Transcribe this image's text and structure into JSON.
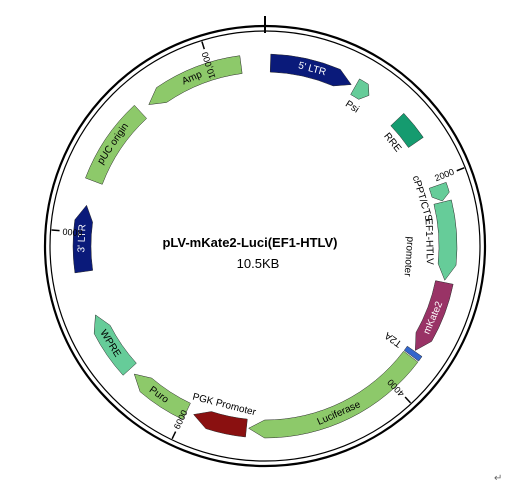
{
  "plasmid": {
    "name": "pLV-mKate2-Luci(EF1-HTLV)",
    "size_label": "10.5KB",
    "total_bp": 10500
  },
  "colors": {
    "backbone": "#000000",
    "light_green": "#8dc96a",
    "teal_green": "#66cc99",
    "dark_teal": "#159b6f",
    "navy": "#0a1a7a",
    "maroon": "#8a1010",
    "purple": "#993366",
    "blue_tag": "#3366cc"
  },
  "features": [
    {
      "id": "ltr5",
      "label": "5' LTR",
      "start": 50,
      "end": 820,
      "color": "navy",
      "text_color": "#ffffff",
      "label_mode": "inside",
      "direction": 1
    },
    {
      "id": "psi",
      "label": "Psi",
      "start": 860,
      "end": 1010,
      "color": "teal_green",
      "text_color": "#000000",
      "label_mode": "inner",
      "direction": 1
    },
    {
      "id": "rre",
      "label": "RRE",
      "start": 1350,
      "end": 1620,
      "color": "dark_teal",
      "text_color": "#000000",
      "label_mode": "inner",
      "direction": 0
    },
    {
      "id": "cppt",
      "label": "cPPT/CTS",
      "start": 2060,
      "end": 2210,
      "color": "teal_green",
      "text_color": "#000000",
      "label_mode": "inner",
      "direction": 1
    },
    {
      "id": "ef1",
      "label": "EF1-HTLV",
      "start": 2220,
      "end": 2940,
      "color": "teal_green",
      "text_color": "#000000",
      "label_mode": "inner",
      "direction": 1
    },
    {
      "id": "mkate2",
      "label": "mKate2",
      "start": 2960,
      "end": 3640,
      "color": "purple",
      "text_color": "#ffffff",
      "label_mode": "inside",
      "direction": 1
    },
    {
      "id": "t2a",
      "label": "T2A",
      "start": 3650,
      "end": 3700,
      "color": "blue_tag",
      "text_color": "#000000",
      "label_mode": "inner",
      "direction": 0
    },
    {
      "id": "luci",
      "label": "Luciferase",
      "start": 3710,
      "end": 5400,
      "color": "light_green",
      "text_color": "#000000",
      "label_mode": "inside",
      "direction": 1
    },
    {
      "id": "pgk",
      "label": "PGK Promoter",
      "start": 5420,
      "end": 5920,
      "color": "maroon",
      "text_color": "#000000",
      "label_mode": "inner",
      "direction": 1
    },
    {
      "id": "puro",
      "label": "Puro",
      "start": 5990,
      "end": 6580,
      "color": "light_green",
      "text_color": "#000000",
      "label_mode": "inside",
      "direction": 1
    },
    {
      "id": "wpre",
      "label": "WPRE",
      "start": 6640,
      "end": 7230,
      "color": "teal_green",
      "text_color": "#000000",
      "label_mode": "inside",
      "direction": 1
    },
    {
      "id": "ltr3",
      "label": "3' LTR",
      "start": 7640,
      "end": 8250,
      "color": "navy",
      "text_color": "#ffffff",
      "label_mode": "inside",
      "direction": 1
    },
    {
      "id": "puc",
      "label": "pUC origin",
      "start": 8480,
      "end": 9250,
      "color": "light_green",
      "text_color": "#000000",
      "label_mode": "inside",
      "direction": 0
    },
    {
      "id": "amp",
      "label": "Amp",
      "start": 9350,
      "end": 10280,
      "color": "light_green",
      "text_color": "#000000",
      "label_mode": "inside",
      "direction": -1
    }
  ],
  "promoter_label": "promoter",
  "ticks": [
    {
      "pos": 2000,
      "label": "2000"
    },
    {
      "pos": 4000,
      "label": "4000"
    },
    {
      "pos": 6000,
      "label": "6000"
    },
    {
      "pos": 8000,
      "label": "8000"
    },
    {
      "pos": 10000,
      "label": "10,000"
    }
  ],
  "corner_mark": "↵"
}
